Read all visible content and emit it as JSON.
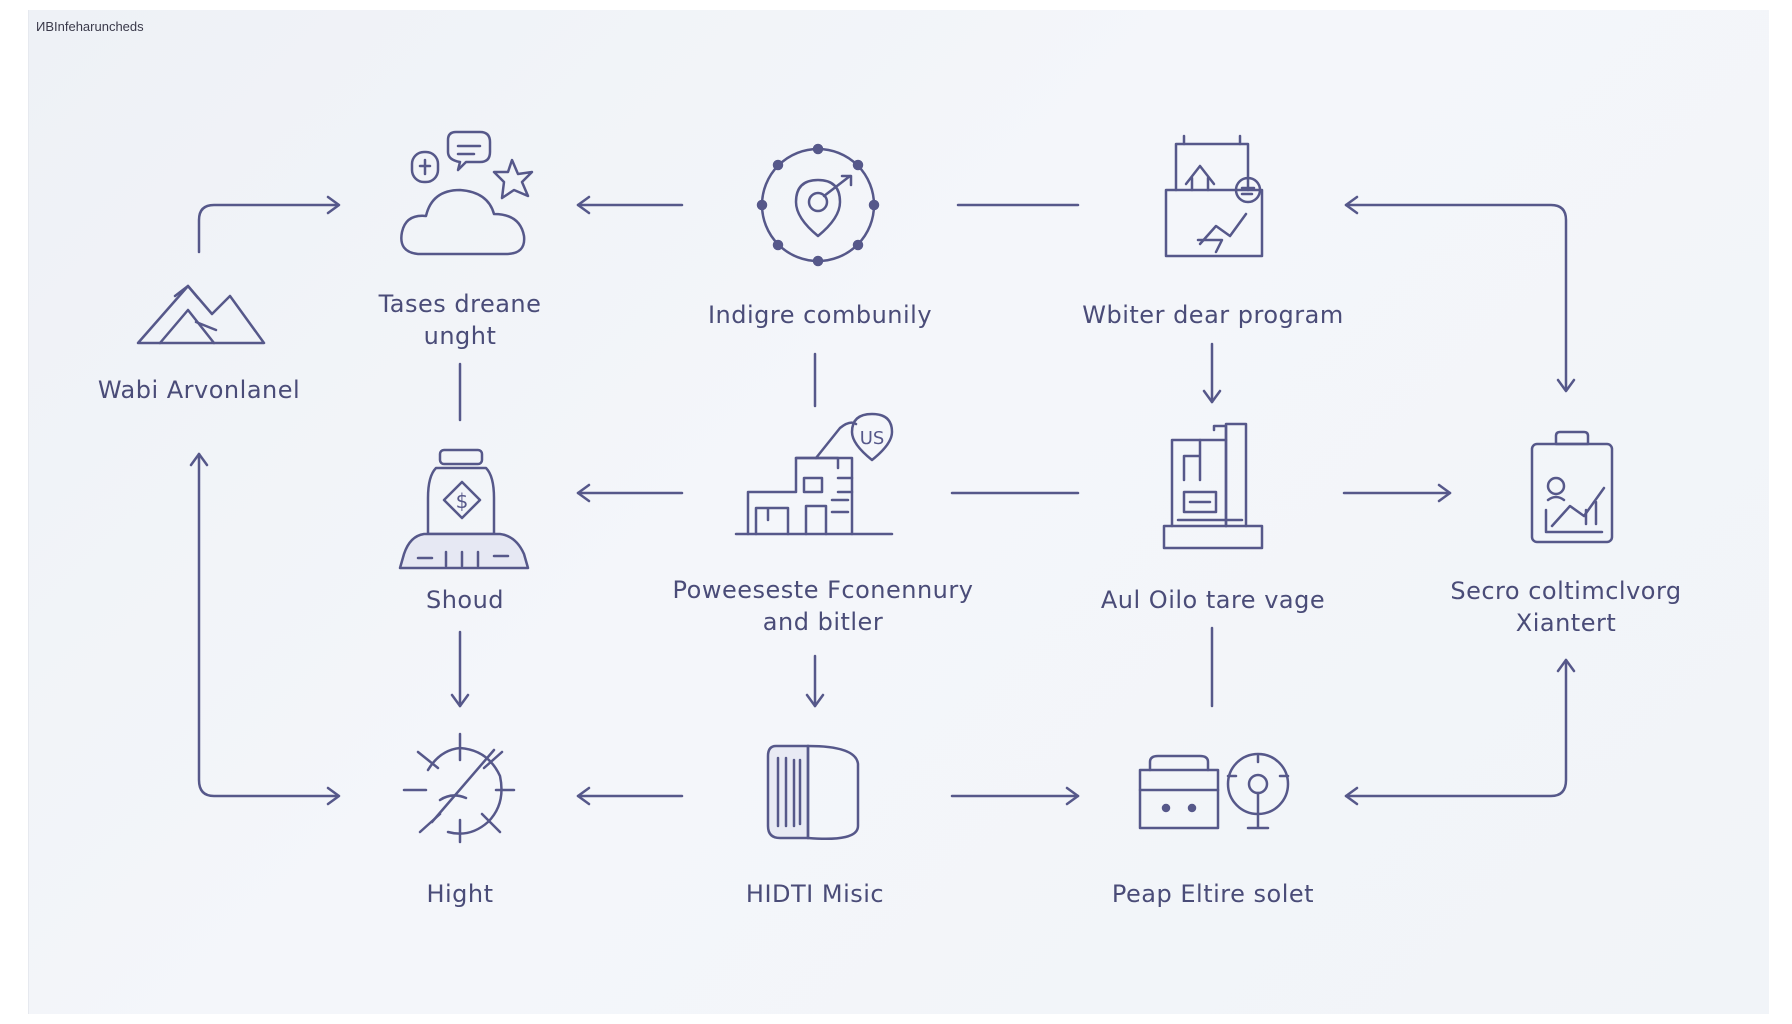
{
  "header": {
    "corner_text": "ИBInfeharuncheds"
  },
  "colors": {
    "stroke": "#56588a",
    "text": "#4a4c78",
    "background": "#f1f4f8"
  },
  "nodes": [
    {
      "id": "wabi",
      "icon": "mountain-icon",
      "lines": [
        "Wabi Arvonlanel"
      ]
    },
    {
      "id": "tases",
      "icon": "cloud-chat-icon",
      "lines": [
        "Tases dreane",
        "unght"
      ]
    },
    {
      "id": "indigre",
      "icon": "gear-target-icon",
      "lines": [
        "Indigre combunily"
      ]
    },
    {
      "id": "wbiter",
      "icon": "folder-house-icon",
      "lines": [
        "Wbiter dear program"
      ]
    },
    {
      "id": "shoud",
      "icon": "money-jar-icon",
      "lines": [
        "Shoud"
      ]
    },
    {
      "id": "poweeseste",
      "icon": "factory-location-icon",
      "lines": [
        "Poweeseste Fconennury",
        "and bitler"
      ],
      "badge": "US"
    },
    {
      "id": "aul",
      "icon": "bar-chart-building-icon",
      "lines": [
        "Aul Oilo tare vage"
      ]
    },
    {
      "id": "secro",
      "icon": "clipboard-chart-icon",
      "lines": [
        "Secro coltimclvorg",
        "Xiantert"
      ]
    },
    {
      "id": "hight",
      "icon": "sun-rays-icon",
      "lines": [
        "Hight"
      ]
    },
    {
      "id": "hidti",
      "icon": "book-binder-icon",
      "lines": [
        "HIDTI Misic"
      ]
    },
    {
      "id": "peap",
      "icon": "toolbox-tree-icon",
      "lines": [
        "Peap Eltire solet"
      ]
    }
  ]
}
